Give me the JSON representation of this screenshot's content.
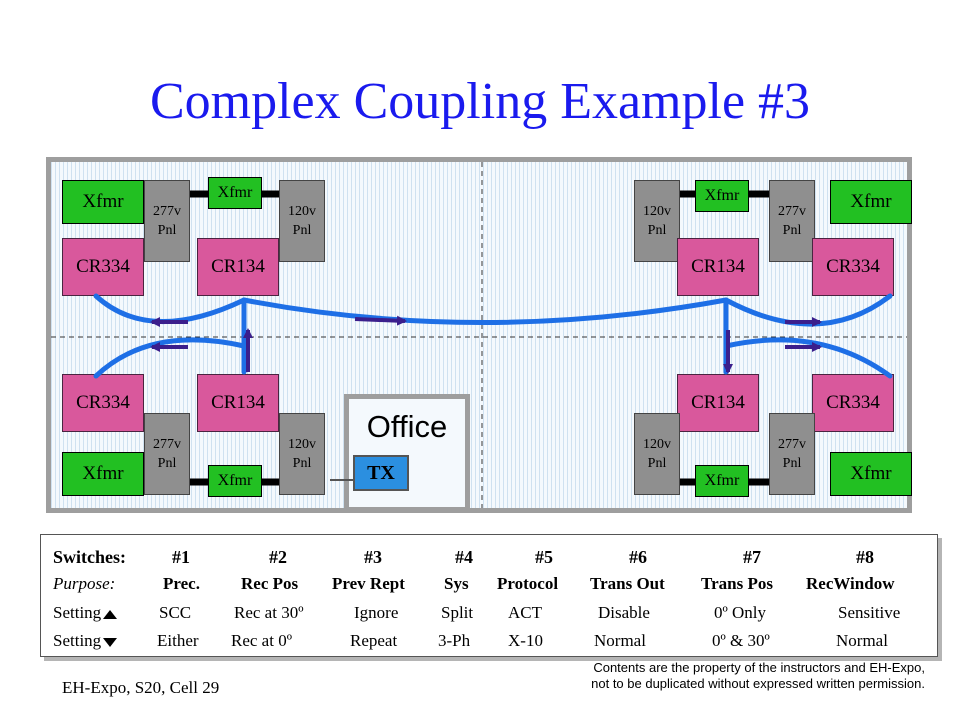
{
  "title": "Complex Coupling Example #3",
  "diagram": {
    "xfmr_label": "Xfmr",
    "cr334_label": "CR334",
    "cr134_label": "CR134",
    "panel_277_line1": "277v",
    "panel_120_line1": "120v",
    "panel_line2": "Pnl",
    "office_label": "Office",
    "tx_label": "TX",
    "colors": {
      "xfmr": "#22c022",
      "coupler": "#d9589c",
      "panel": "#8f8f8f",
      "wire": "#1e6fe6",
      "arrow": "#3b1f8c",
      "tx": "#2b8fe0",
      "title": "#1a1aee"
    }
  },
  "table": {
    "switches_label": "Switches:",
    "switch_numbers": [
      "#1",
      "#2",
      "#3",
      "#4",
      "#5",
      "#6",
      "#7",
      "#8"
    ],
    "purpose_label": "Purpose:",
    "purposes": [
      "Prec.",
      "Rec Pos",
      "Prev Rept",
      "Sys",
      "Protocol",
      "Trans Out",
      "Trans Pos",
      "RecWindow"
    ],
    "setting_label": "Setting",
    "setting_up": [
      "SCC",
      "Rec at 30º",
      "Ignore",
      "Split",
      "ACT",
      "Disable",
      "0º  Only",
      "Sensitive"
    ],
    "setting_down": [
      "Either",
      "Rec at   0º",
      "Repeat",
      "3-Ph",
      "X-10",
      "Normal",
      "0º & 30º",
      "Normal"
    ]
  },
  "footer": {
    "left": "EH-Expo, S20, Cell   29",
    "right_line1": "Contents are the property of the instructors and EH-Expo,",
    "right_line2": "not to be duplicated without expressed written permission."
  }
}
